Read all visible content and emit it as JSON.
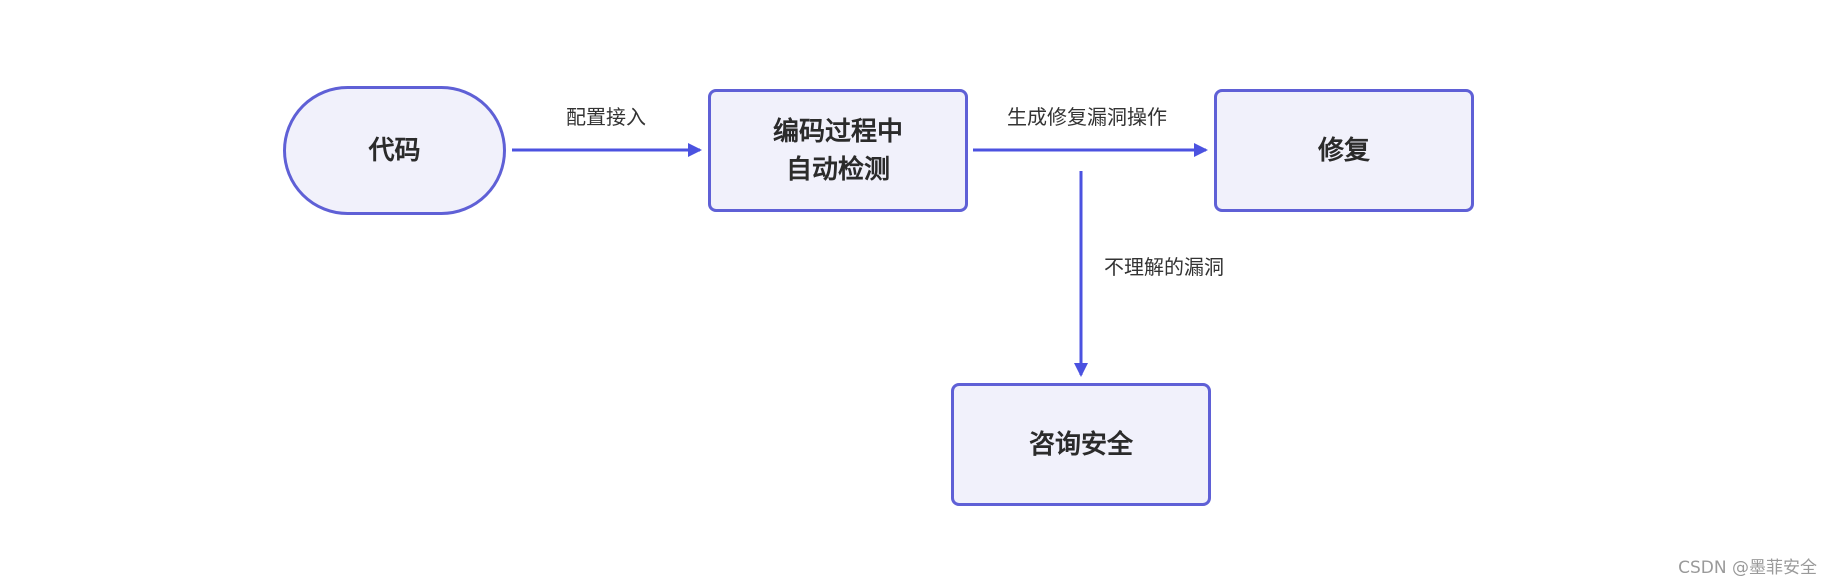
{
  "diagram": {
    "nodes": {
      "code": {
        "label": "代码"
      },
      "detect": {
        "label": "编码过程中\n自动检测"
      },
      "fix": {
        "label": "修复"
      },
      "consult": {
        "label": "咨询安全"
      }
    },
    "edges": {
      "code_to_detect": {
        "label": "配置接入"
      },
      "detect_to_fix": {
        "label": "生成修复漏洞操作"
      },
      "detect_to_consult": {
        "label": "不理解的漏洞"
      }
    },
    "colors": {
      "stroke": "#5f60d6",
      "fill": "#f1f1fb",
      "arrow": "#4b52e0"
    }
  },
  "watermark": "CSDN @墨菲安全"
}
